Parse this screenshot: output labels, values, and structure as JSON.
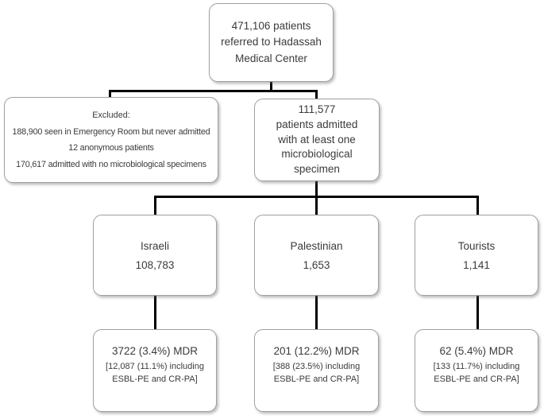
{
  "figure": {
    "type": "flowchart",
    "description": "Patient inclusion flow diagram, Hadassah Medical Center"
  },
  "colors": {
    "background": "#ffffff",
    "box_border": "#a0a0a0",
    "connector_line": "#000000",
    "text": "#3b3b3b"
  },
  "boxes": {
    "referred": {
      "text": "471,106 patients\nreferred to Hadassah\nMedical Center"
    },
    "excluded": {
      "title": "Excluded:",
      "items": "188,900 seen in Emergency Room but never admitted\n12 anonymous patients\n170,617 admitted with no microbiological specimens"
    },
    "admitted": {
      "text": "111,577\npatients admitted\nwith at least one\nmicrobiological\nspecimen"
    },
    "groups": [
      {
        "label": "Israeli",
        "count": "108,783",
        "mdr": "3722 (3.4%) MDR",
        "mdr_detail": "[12,087 (11.1%) including\nESBL-PE and CR-PA]"
      },
      {
        "label": "Palestinian",
        "count": "1,653",
        "mdr": "201 (12.2%) MDR",
        "mdr_detail": "[388 (23.5%) including\nESBL-PE and CR-PA]"
      },
      {
        "label": "Tourists",
        "count": "1,141",
        "mdr": "62 (5.4%) MDR",
        "mdr_detail": "[133 (11.7%) including\nESBL-PE and CR-PA]"
      }
    ]
  }
}
